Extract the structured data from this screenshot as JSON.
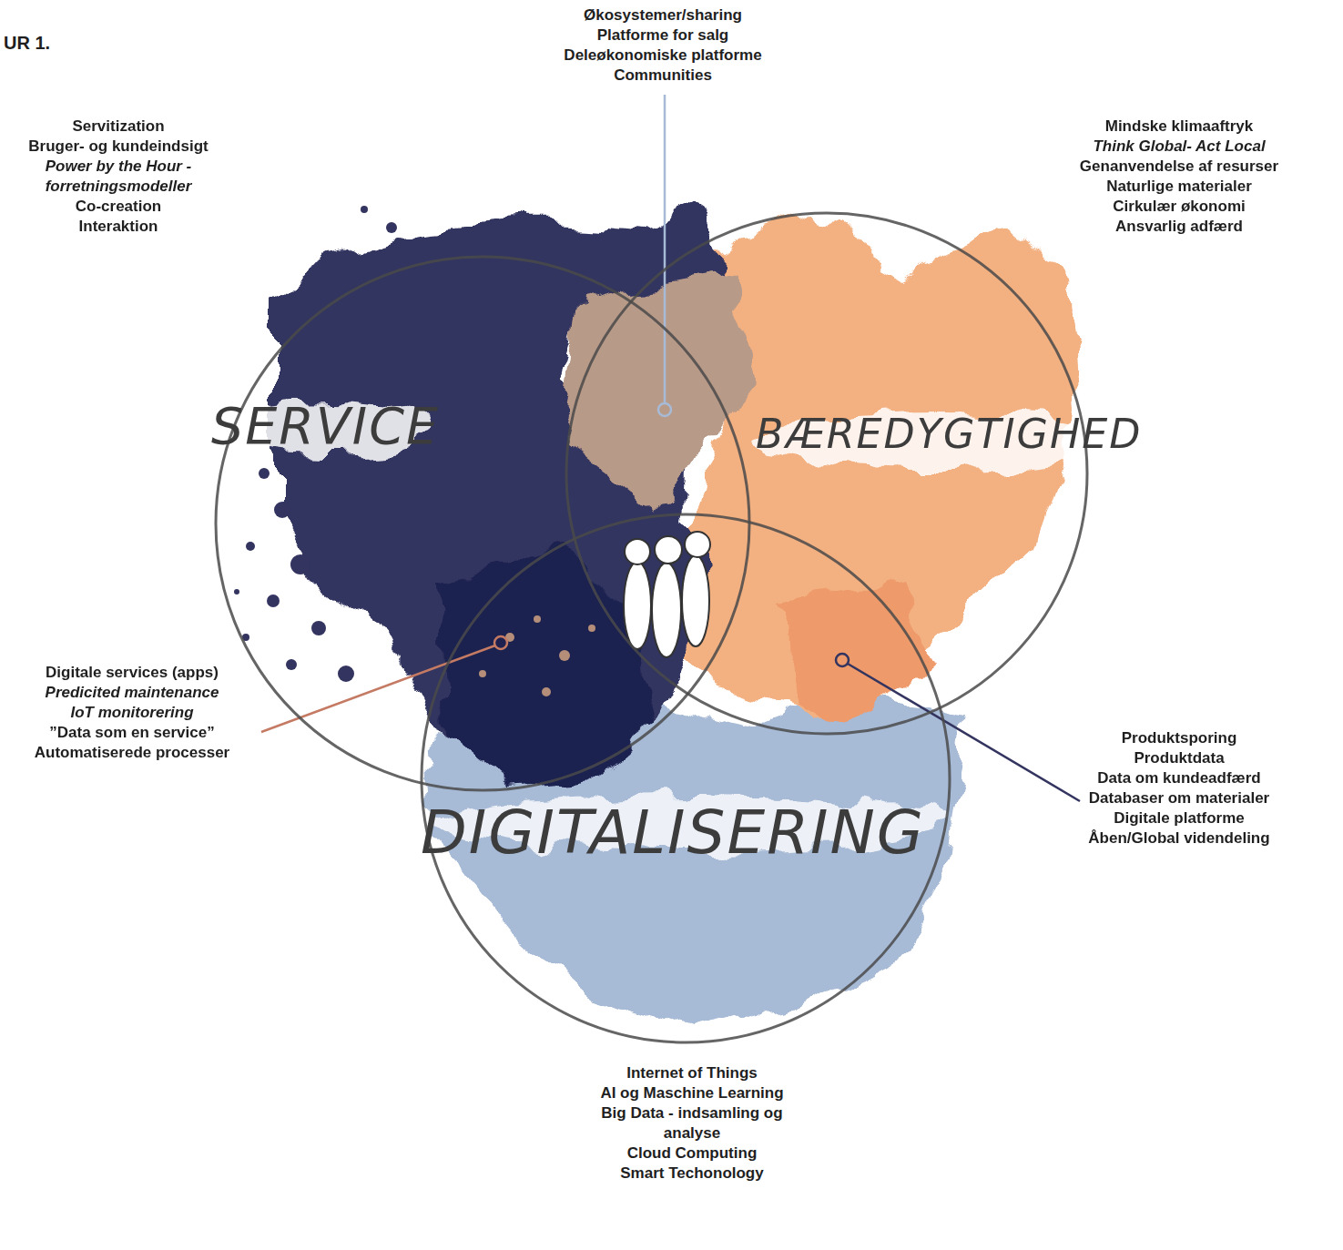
{
  "diagram": {
    "title": "UR 1.",
    "nodes": [
      {
        "text": [
          "SERVICE"
        ]
      },
      {
        "text": [
          "BÆREDYGTIGHED"
        ]
      },
      {
        "text": [
          "DIGITALISERING"
        ]
      }
    ],
    "labels": [
      "Økosystemer/sharing",
      "Platforme for salg",
      "Deleøkonomiske platforme",
      "Communities",
      "Servitization",
      "Bruger- og kundeindsigt",
      "Power by the Hour - forretningsmodeller",
      "Co-creation",
      "Interaktion",
      "Mindske klimaaftryk",
      "Think Global- Act Local",
      "Genanvendelse af resurser",
      "Naturlige materialer",
      "Cirkulær økonomi",
      "Ansvarlig adfærd",
      "Digitale services (apps)",
      "Predicited maintenance",
      "IoT monitorering",
      "”Data som en service”",
      "Automatiserede processer",
      "Produktsporing",
      "Produktdata",
      "Data om kundeadfærd",
      "Databaser om materialer",
      "Digitale platforme",
      "Åben/Global videndeling",
      "Internet of Things",
      "AI og Maschine Learning",
      "Big Data - indsamling og analyse",
      "Cloud Computing",
      "Smart Techonology"
    ]
  }
}
